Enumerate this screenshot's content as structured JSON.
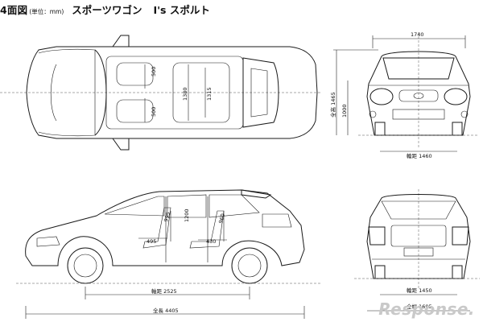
{
  "title": {
    "main": "4面図",
    "unit": "(単位：mm)",
    "model": "スポーツワゴン",
    "variant": "I's スポルト"
  },
  "dimensions": {
    "overall_width": "1740",
    "overall_height": "全高 1465",
    "ground_height": "1000",
    "front_track": "輪距 1460",
    "rear_track": "輪距 1450",
    "body_width": "全幅 1695",
    "wheelbase": "軸距 2525",
    "overall_length": "全長 4405",
    "interior_front_seat_top": "500",
    "interior_front_seat_bottom": "500",
    "interior_width_front": "1380",
    "interior_width_rear": "1315",
    "front_seat_headroom": "995",
    "rear_seat_headroom": "960",
    "front_seat_depth": "495",
    "rear_seat_depth": "430",
    "rear_seat_back": "1200"
  },
  "watermark": "Response."
}
